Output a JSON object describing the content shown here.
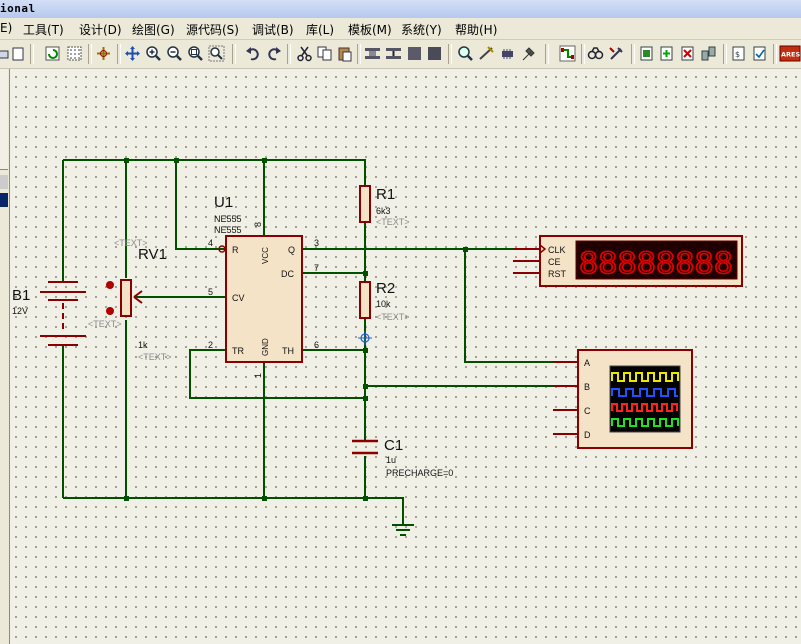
{
  "window": {
    "title_fragment": "ional"
  },
  "menu": [
    {
      "label": "E)"
    },
    {
      "label": "工具(T)"
    },
    {
      "label": "设计(D)"
    },
    {
      "label": "绘图(G)"
    },
    {
      "label": "源代码(S)"
    },
    {
      "label": "调试(B)"
    },
    {
      "label": "库(L)"
    },
    {
      "label": "模板(M)"
    },
    {
      "label": "系统(Y)"
    },
    {
      "label": "帮助(H)"
    }
  ],
  "schematic": {
    "battery": {
      "ref": "B1",
      "value": "12V"
    },
    "pot": {
      "ref": "RV1",
      "value": "1k",
      "text1": "<TEXT>",
      "text2": "<TEXT>",
      "text3": "<TEXT>"
    },
    "timer": {
      "ref": "U1",
      "part": "NE555",
      "part2": "NE555",
      "pins": {
        "r": "R",
        "vcc": "VCC",
        "q": "Q",
        "dc": "DC",
        "cv": "CV",
        "tr": "TR",
        "gnd": "GND",
        "th": "TH"
      },
      "pin_numbers": {
        "p4": "4",
        "p8": "8",
        "p3": "3",
        "p7": "7",
        "p5": "5",
        "p2": "2",
        "p1": "1",
        "p6": "6"
      }
    },
    "r1": {
      "ref": "R1",
      "value": "6k3",
      "text": "<TEXT>"
    },
    "r2": {
      "ref": "R2",
      "value": "10k",
      "text": "<TEXT>"
    },
    "c1": {
      "ref": "C1",
      "value": "1u",
      "precharge": "PRECHARGE=0"
    },
    "counter": {
      "clk": "CLK",
      "ce": "CE",
      "rst": "RST",
      "digits": "88888888"
    },
    "scope": {
      "a": "A",
      "b": "B",
      "c": "C",
      "d": "D"
    },
    "ares_label": "ARES",
    "colors": {
      "wire": "#005000",
      "component": "#8a0000",
      "body_fill": "#f5e3c8",
      "text_grey": "#8a8a8a",
      "led": "#e00000",
      "canvas": "#f1f0e6"
    }
  }
}
